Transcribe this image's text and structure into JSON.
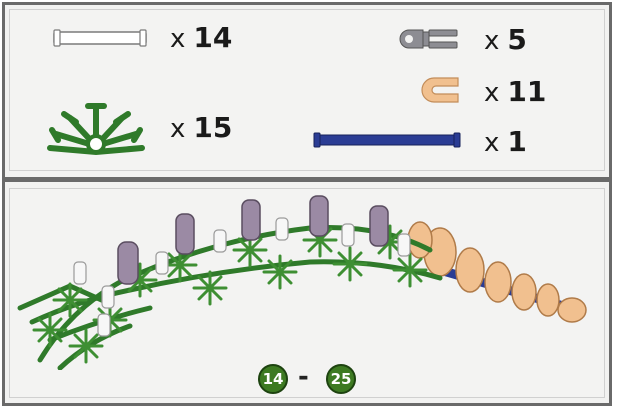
{
  "parts": [
    {
      "name": "white-rod",
      "label": "x",
      "count": "14"
    },
    {
      "name": "green-connector",
      "label": "x",
      "count": "15"
    },
    {
      "name": "gray-clip",
      "label": "x",
      "count": "5"
    },
    {
      "name": "tan-clip",
      "label": "x",
      "count": "11"
    },
    {
      "name": "blue-rod",
      "label": "x",
      "count": "1"
    }
  ],
  "steps": {
    "from": "14",
    "dash": "-",
    "to": "25"
  },
  "colors": {
    "frame": "#6a6a6a",
    "green": "#2f7a2a",
    "white_rod": "#ffffff",
    "gray_clip": "#8d8d93",
    "tan_clip": "#f1c08f",
    "blue_rod": "#2a3c94",
    "purple_clip": "#9b8aa4"
  }
}
